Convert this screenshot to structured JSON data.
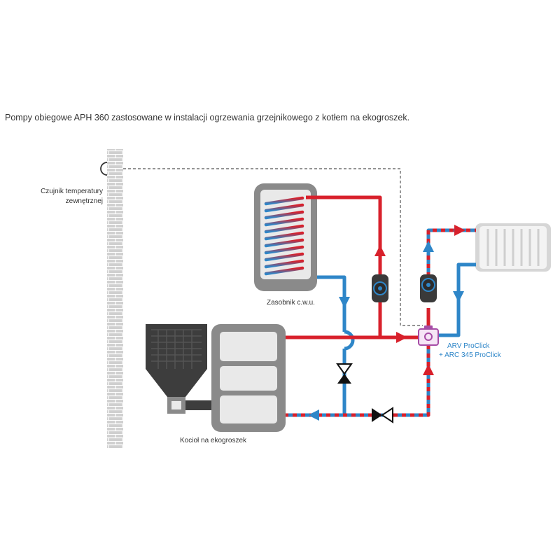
{
  "caption": "Pompy obiegowe APH 360 zastosowane w instalacji ogrzewania grzejnikowego z kotłem na ekogroszek.",
  "labels": {
    "sensor_line1": "Czujnik temperatury",
    "sensor_line2": "zewnętrznej",
    "tank": "Zasobnik c.w.u.",
    "boiler": "Kocioł na ekogroszek",
    "valve_line1": "ARV ProClick",
    "valve_line2": "+ ARC 345 ProClick"
  },
  "colors": {
    "hot": "#d8202b",
    "cold": "#2e86c8",
    "equipment": "#8a8a8a",
    "equipment_light": "#e9e9e9",
    "wall": "#cccccc",
    "valve_accent": "#a64ca6"
  }
}
